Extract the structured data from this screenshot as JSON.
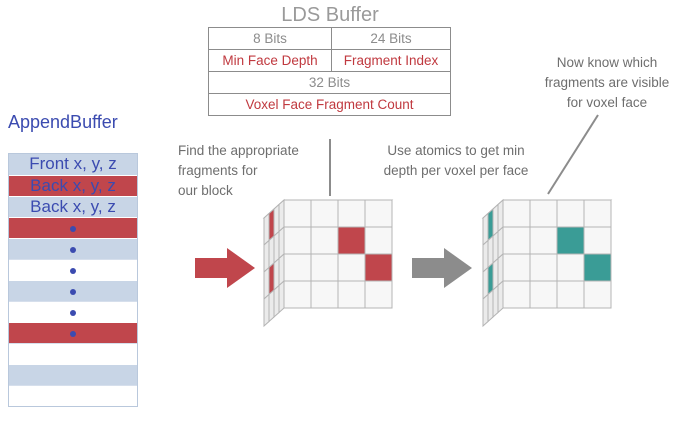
{
  "append_buffer": {
    "title": "AppendBuffer",
    "rows": [
      {
        "text": "Front x, y, z",
        "style": "blue"
      },
      {
        "text": "Back x, y, z",
        "style": "red"
      },
      {
        "text": "Back x, y, z",
        "style": "blue"
      },
      {
        "text": "•",
        "style": "red"
      },
      {
        "text": "•",
        "style": "blue"
      },
      {
        "text": "•",
        "style": "white"
      },
      {
        "text": "•",
        "style": "blue"
      },
      {
        "text": "•",
        "style": "white"
      },
      {
        "text": "•",
        "style": "red"
      },
      {
        "text": "",
        "style": "white"
      },
      {
        "text": "",
        "style": "blue"
      },
      {
        "text": "",
        "style": "white"
      }
    ]
  },
  "lds": {
    "title": "LDS Buffer",
    "bits_8": "8 Bits",
    "bits_24": "24 Bits",
    "min_face_depth": "Min Face Depth",
    "fragment_index": "Fragment Index",
    "bits_32": "32 Bits",
    "voxel_face_fragment_count": "Voxel Face Fragment Count"
  },
  "notes": {
    "find_fragments": [
      "Find the appropriate",
      "fragments for",
      "our block"
    ],
    "use_atomics": [
      "Use atomics to get min",
      "depth per voxel per face"
    ],
    "now_know": [
      "Now know which",
      "fragments are visible",
      "for voxel face"
    ]
  },
  "colors": {
    "fragment_red": "#c0464c",
    "visible_teal": "#3a9c96",
    "arrow_red": "#c0464c",
    "arrow_gray": "#8c8c8c"
  }
}
